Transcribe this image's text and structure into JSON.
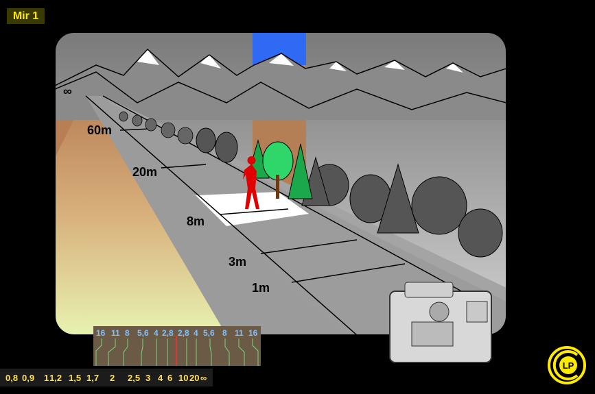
{
  "window": {
    "title": "Mir 1"
  },
  "distance_marks": [
    {
      "id": "inf",
      "label": "∞"
    },
    {
      "id": "60m",
      "label": "60m"
    },
    {
      "id": "20m",
      "label": "20m"
    },
    {
      "id": "8m",
      "label": "8m"
    },
    {
      "id": "3m",
      "label": "3m"
    },
    {
      "id": "1m",
      "label": "1m"
    }
  ],
  "dof_scale": {
    "aperture_labels": [
      "16",
      "11",
      "8",
      "5,6",
      "4",
      "2,8",
      "2,8",
      "4",
      "5,6",
      "8",
      "11",
      "16"
    ]
  },
  "distance_scale": {
    "labels": [
      "0,8",
      "0,9",
      "1",
      "1,2",
      "1,5",
      "1,7",
      "2",
      "2,5",
      "3",
      "4",
      "6",
      "10",
      "20",
      "∞"
    ]
  },
  "logo": {
    "text": "LP",
    "name": "lp-logo"
  },
  "colors": {
    "accent_yellow": "#ffea00",
    "subject_red": "#e00000",
    "sky_blue": "#2f6af5"
  }
}
